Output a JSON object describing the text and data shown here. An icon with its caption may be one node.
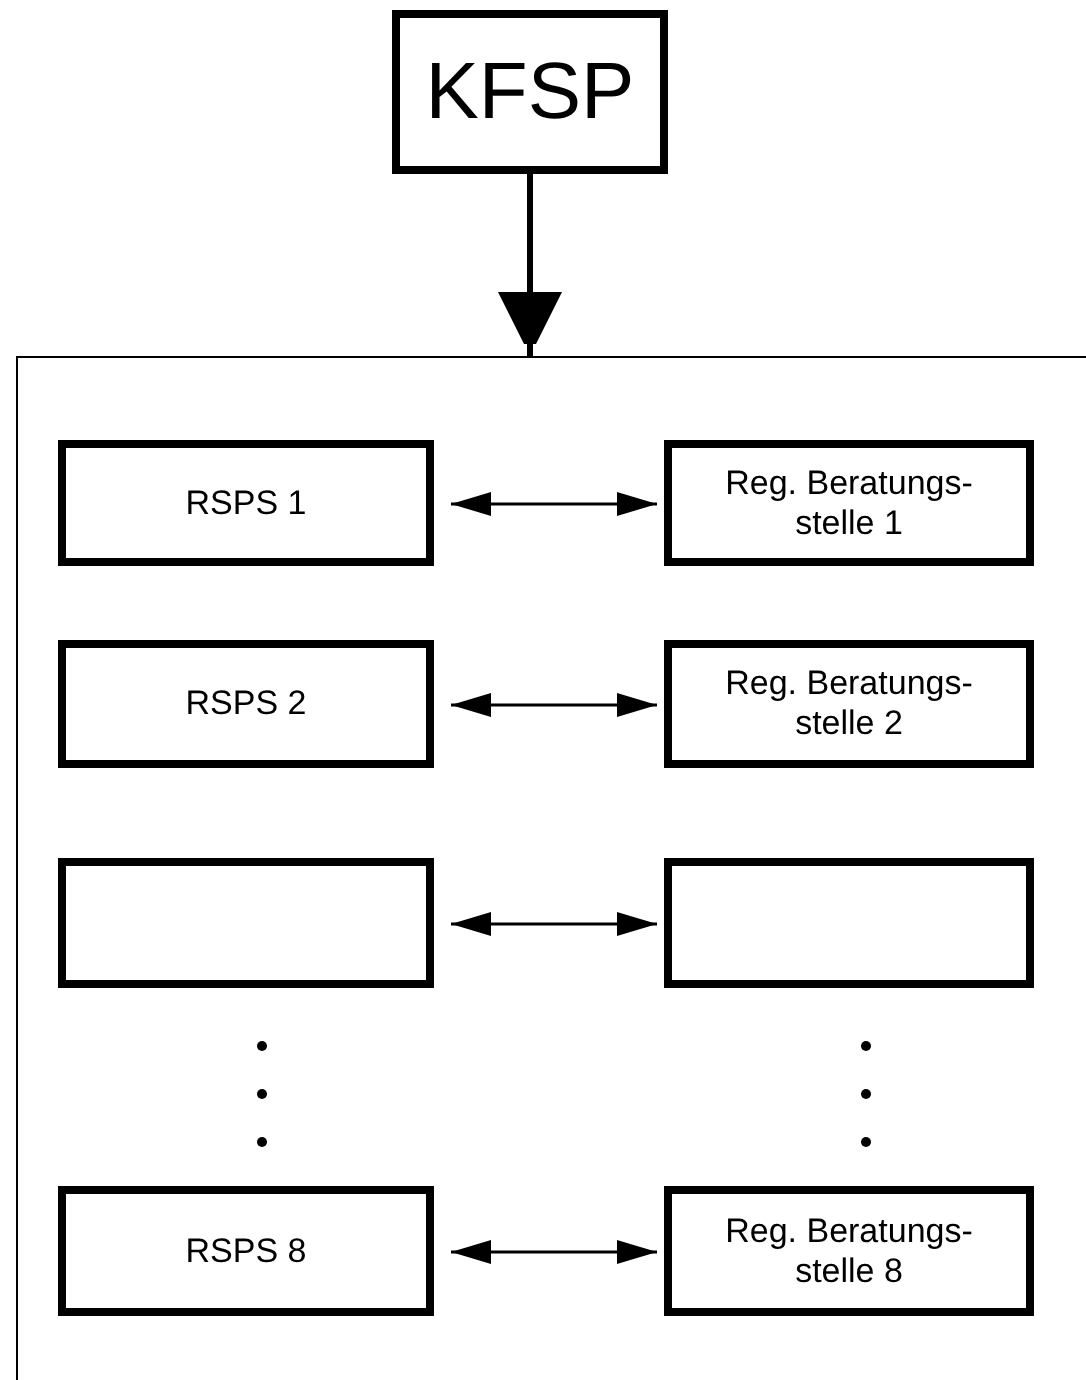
{
  "diagram": {
    "nodes": [
      {
        "text": [
          "KFSP"
        ]
      },
      {
        "text": [],
        "shape": "box"
      },
      {
        "text": [
          "RSPS 1"
        ],
        "in": 1
      },
      {
        "text": [
          "Reg. Beratungs- stelle 1"
        ],
        "in": 1
      },
      {
        "text": [
          "RSPS 2"
        ],
        "in": 1
      },
      {
        "text": [
          "Reg. Beratungs- stelle 2"
        ],
        "in": 1
      },
      {
        "text": [],
        "shape": "box",
        "in": 1
      },
      {
        "text": [],
        "shape": "box",
        "in": 1
      },
      {
        "text": [
          "RSPS 8"
        ],
        "in": 1
      },
      {
        "text": [
          "Reg. Beratungs- stelle 8"
        ],
        "in": 1
      }
    ],
    "edges": [
      {
        "from": 0,
        "to": 1,
        "arrow": "to",
        "style": "thick"
      },
      {
        "from": 2,
        "to": 3,
        "arrow": "both"
      },
      {
        "from": 4,
        "to": 5,
        "arrow": "both"
      },
      {
        "from": 6,
        "to": 7,
        "arrow": "both"
      },
      {
        "from": 8,
        "to": 9,
        "arrow": "both"
      }
    ]
  }
}
